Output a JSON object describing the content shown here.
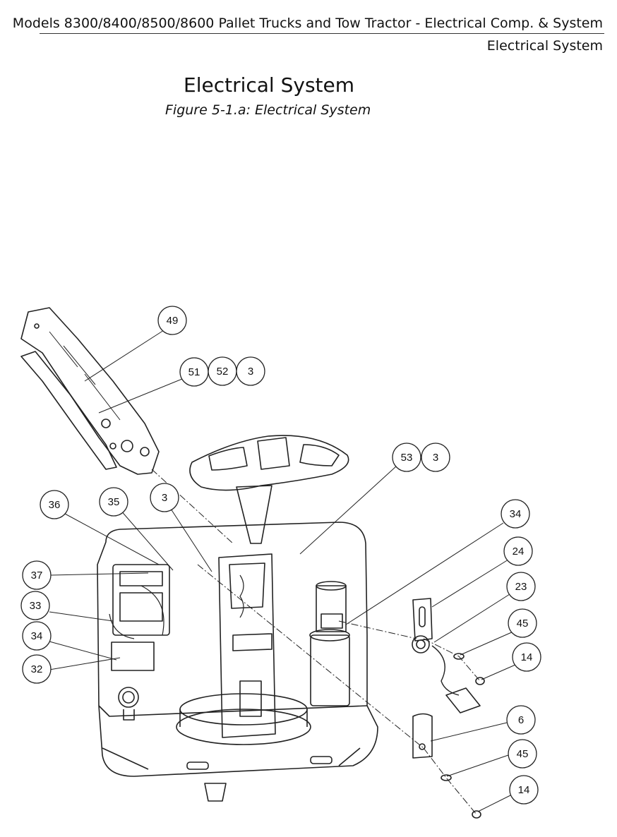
{
  "header": {
    "line1": "Models 8300/8400/8500/8600 Pallet Trucks and Tow Tractor - Electrical Comp. & System",
    "line2": "Electrical System"
  },
  "title": "Electrical System",
  "caption": "Figure 5-1.a: Electrical System",
  "callouts": [
    {
      "label": "49"
    },
    {
      "label": "51"
    },
    {
      "label": "52"
    },
    {
      "label": "3"
    },
    {
      "label": "53"
    },
    {
      "label": "3"
    },
    {
      "label": "36"
    },
    {
      "label": "35"
    },
    {
      "label": "3"
    },
    {
      "label": "34"
    },
    {
      "label": "24"
    },
    {
      "label": "37"
    },
    {
      "label": "23"
    },
    {
      "label": "33"
    },
    {
      "label": "45"
    },
    {
      "label": "34"
    },
    {
      "label": "14"
    },
    {
      "label": "32"
    },
    {
      "label": "6"
    },
    {
      "label": "45"
    },
    {
      "label": "14"
    }
  ]
}
